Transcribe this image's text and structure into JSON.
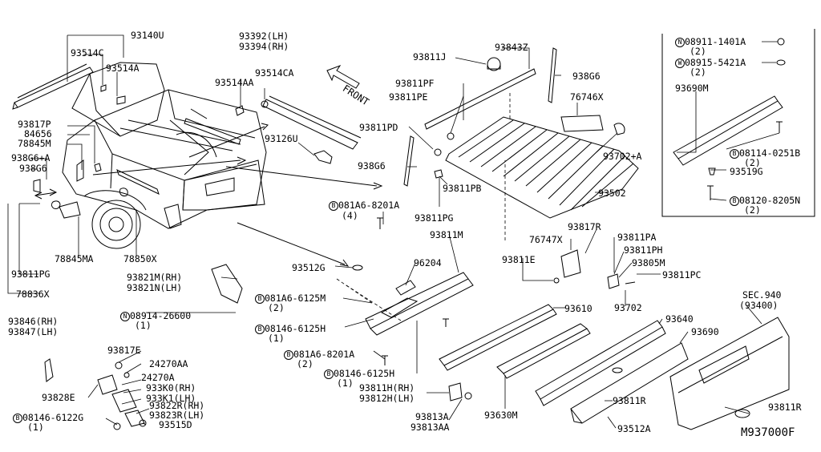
{
  "diagram_code": "M937000F",
  "front_label": "FRONT",
  "labels": {
    "l93140U": "93140U",
    "l93514C": "93514C",
    "l93514A": "93514A",
    "l93392": "93392(LH)",
    "l93394": "93394(RH)",
    "l93514CA": "93514CA",
    "l93514AA": "93514AA",
    "l93817P": "93817P",
    "l84656": "84656",
    "l78845M": "78845M",
    "l938G6A": "938G6+A",
    "l938G6": "938G6",
    "l93126U": "93126U",
    "l93811J": "93811J",
    "l93843Z": "93843Z",
    "l93811PF": "93811PF",
    "l93811PE": "93811PE",
    "l938G6b": "938G6",
    "l76746X": "76746X",
    "l93811PD": "93811PD",
    "l938G6c": "938G6",
    "l93702A": "93702+A",
    "l93811PB": "93811PB",
    "l93502": "93502",
    "l081A6_8201A_a": "081A6-8201A",
    "l081A6_8201A_a_q": "(4)",
    "l93811PG_b": "93811PG",
    "l93811PG": "93811PG",
    "l78836X": "78836X",
    "l78845MA": "78845MA",
    "l78850X": "78850X",
    "l93811M": "93811M",
    "l93817R": "93817R",
    "l76747X": "76747X",
    "l93811PA": "93811PA",
    "l93811PH": "93811PH",
    "l93811E": "93811E",
    "l93805M": "93805M",
    "l93811PC": "93811PC",
    "l93702": "93702",
    "l93512G": "93512G",
    "l96204": "96204",
    "l93821M": "93821M(RH)",
    "l93821N": "93821N(LH)",
    "l081A6_6125M": "081A6-6125M",
    "l081A6_6125M_q": "(2)",
    "l08914_26600": "08914-26600",
    "l08914_26600_q": "(1)",
    "l08146_6125H_a": "08146-6125H",
    "l08146_6125H_a_q": "(1)",
    "l081A6_8201A_b": "081A6-8201A",
    "l081A6_8201A_b_q": "(2)",
    "l08146_6125H_b": "08146-6125H",
    "l08146_6125H_b_q": "(1)",
    "l93610": "93610",
    "l93640": "93640",
    "l93690b": "93690",
    "lSEC940": "SEC.940",
    "l93400": "(93400)",
    "l93630M": "93630M",
    "l93811R_a": "93811R",
    "l93811R_b": "93811R",
    "l93512A": "93512A",
    "l93811H": "93811H(RH)",
    "l93812H": "93812H(LH)",
    "l93813A": "93813A",
    "l93813AA": "93813AA",
    "l93846": "93846(RH)",
    "l93847": "93847(LH)",
    "l93817E": "93817E",
    "l24270AA": "24270AA",
    "l24270A": "24270A",
    "l933K0": "933K0(RH)",
    "l933K1": "933K1(LH)",
    "l93828E": "93828E",
    "l93822R": "93822R(RH)",
    "l93823R": "93823R(LH)",
    "l08146_6122G": "08146-6122G",
    "l08146_6122G_q": "(1)",
    "l93515D": "93515D",
    "l08911_1401A": "08911-1401A",
    "l08911_1401A_q": "(2)",
    "l08915_5421A": "08915-5421A",
    "l08915_5421A_q": "(2)",
    "l93690M": "93690M",
    "l08114_0251B": "08114-0251B",
    "l08114_0251B_q": "(2)",
    "l93519G": "93519G",
    "l08120_8205N": "08120-8205N",
    "l08120_8205N_q": "(2)"
  },
  "prefixes": {
    "bolt": "B",
    "nut": "N",
    "washer": "W"
  }
}
